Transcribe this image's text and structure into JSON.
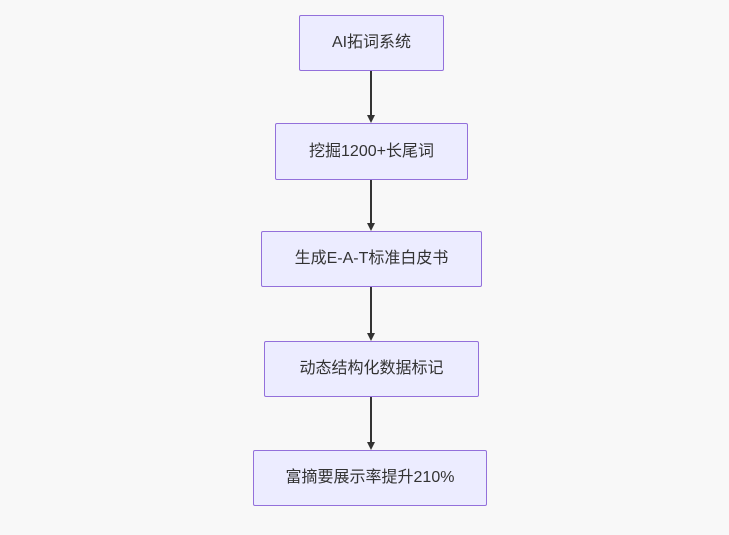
{
  "flowchart": {
    "type": "flowchart",
    "direction": "top-down",
    "nodes": [
      {
        "id": "n1",
        "label": "AI拓词系统"
      },
      {
        "id": "n2",
        "label": "挖掘1200+长尾词"
      },
      {
        "id": "n3",
        "label": "生成E-A-T标准白皮书"
      },
      {
        "id": "n4",
        "label": "动态结构化数据标记"
      },
      {
        "id": "n5",
        "label": "富摘要展示率提升210%"
      }
    ],
    "edges": [
      {
        "from": "n1",
        "to": "n2"
      },
      {
        "from": "n2",
        "to": "n3"
      },
      {
        "from": "n3",
        "to": "n4"
      },
      {
        "from": "n4",
        "to": "n5"
      }
    ],
    "colors": {
      "background": "#f8f8f8",
      "node_fill": "#ececff",
      "node_border": "#9370db",
      "node_text": "#333333",
      "arrow": "#333333"
    }
  }
}
